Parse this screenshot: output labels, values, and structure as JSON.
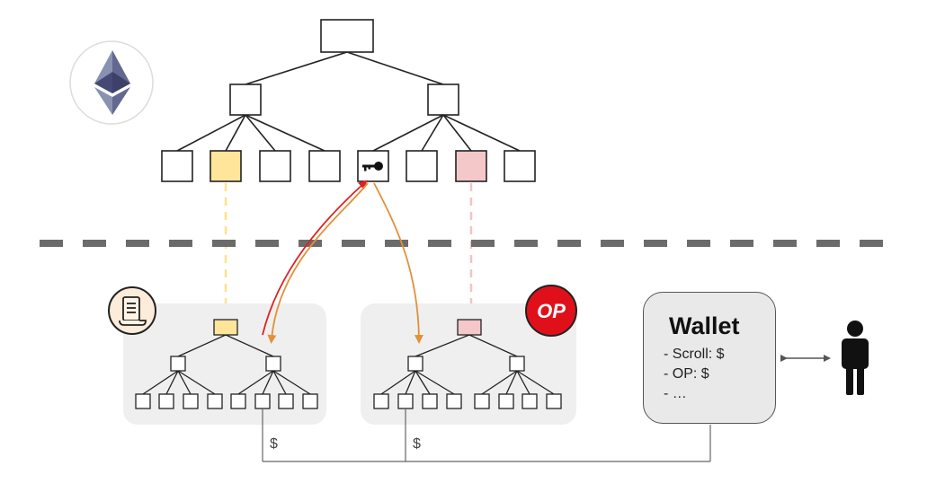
{
  "wallet": {
    "title": "Wallet",
    "lines": [
      "- Scroll: $",
      "- OP: $",
      "- …"
    ]
  },
  "edge_labels": {
    "scroll_link": "$",
    "op_link": "$"
  },
  "badges": {
    "op_text": "OP",
    "ethereum_icon": "ethereum-logo-icon",
    "scroll_icon": "scroll-logo-icon",
    "person_icon": "person-icon",
    "key_icon": "key-icon"
  },
  "colors": {
    "highlight_yellow": "#ffe59a",
    "highlight_pink": "#f4c7c9",
    "arrow_red": "#e02020",
    "arrow_orange": "#e39038",
    "cluster_bg": "#efefef",
    "dashed_divider": "#6b6b6b",
    "op_red": "#e0101a"
  }
}
